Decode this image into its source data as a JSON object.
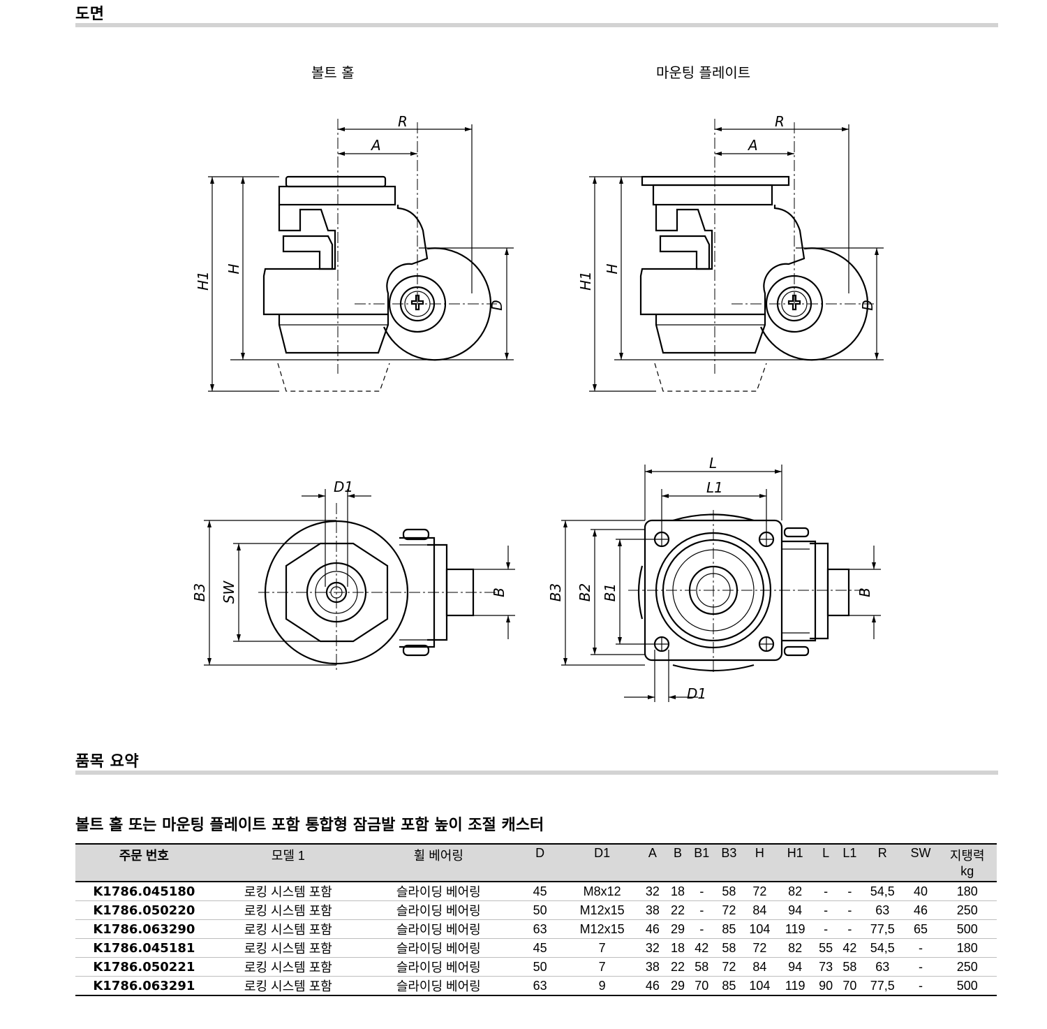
{
  "sections": {
    "drawing": "도면",
    "summary": "품목 요약"
  },
  "views": {
    "bolt_hole": "볼트 홀",
    "mounting_plate": "마운팅 플레이트"
  },
  "dimension_labels": {
    "R": "R",
    "A": "A",
    "H1": "H1",
    "H": "H",
    "D": "D",
    "D1": "D1",
    "B3": "B3",
    "SW": "SW",
    "B": "B",
    "B2": "B2",
    "B1": "B1",
    "L": "L",
    "L1": "L1"
  },
  "product_title": "볼트 홀 또는 마운팅 플레이트 포함 통합형 잠금발 포함 높이 조절 캐스터",
  "table": {
    "headers": [
      "주문 번호",
      "모델 1",
      "휠 베어링",
      "D",
      "D1",
      "A",
      "B",
      "B1",
      "B3",
      "H",
      "H1",
      "L",
      "L1",
      "R",
      "SW",
      "지탱력"
    ],
    "load_unit": "kg",
    "rows": [
      [
        "K1786.045180",
        "로킹 시스템 포함",
        "슬라이딩 베어링",
        "45",
        "M8x12",
        "32",
        "18",
        "-",
        "58",
        "72",
        "82",
        "-",
        "-",
        "54,5",
        "40",
        "180"
      ],
      [
        "K1786.050220",
        "로킹 시스템 포함",
        "슬라이딩 베어링",
        "50",
        "M12x15",
        "38",
        "22",
        "-",
        "72",
        "84",
        "94",
        "-",
        "-",
        "63",
        "46",
        "250"
      ],
      [
        "K1786.063290",
        "로킹 시스템 포함",
        "슬라이딩 베어링",
        "63",
        "M12x15",
        "46",
        "29",
        "-",
        "85",
        "104",
        "119",
        "-",
        "-",
        "77,5",
        "65",
        "500"
      ],
      [
        "K1786.045181",
        "로킹 시스템 포함",
        "슬라이딩 베어링",
        "45",
        "7",
        "32",
        "18",
        "42",
        "58",
        "72",
        "82",
        "55",
        "42",
        "54,5",
        "-",
        "180"
      ],
      [
        "K1786.050221",
        "로킹 시스템 포함",
        "슬라이딩 베어링",
        "50",
        "7",
        "38",
        "22",
        "58",
        "72",
        "84",
        "94",
        "73",
        "58",
        "63",
        "-",
        "250"
      ],
      [
        "K1786.063291",
        "로킹 시스템 포함",
        "슬라이딩 베어링",
        "63",
        "9",
        "46",
        "29",
        "70",
        "85",
        "104",
        "119",
        "90",
        "70",
        "77,5",
        "-",
        "500"
      ]
    ]
  }
}
